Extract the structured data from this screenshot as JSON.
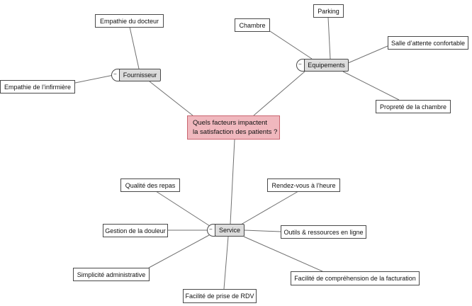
{
  "central_topic": {
    "line1": "Quels facteurs impactent",
    "line2": "la satisfaction des patients ?"
  },
  "collapse_glyph": "−",
  "branches": {
    "fournisseur": {
      "label": "Fournisseur",
      "children": [
        "Empathie du docteur",
        "Empathie de l’infirmière"
      ]
    },
    "equipements": {
      "label": "Equipements",
      "children": [
        "Chambre",
        "Parking",
        "Salle d’attente confortable",
        "Propreté de la chambre"
      ]
    },
    "service": {
      "label": "Service",
      "children": [
        "Qualité des repas",
        "Gestion de la douleur",
        "Simplicité administrative",
        "Facilité de prise de RDV",
        "Facilité de compréhension de la facturation",
        "Outils & ressources en ligne",
        "Rendez-vous à l’heure"
      ]
    }
  },
  "colors": {
    "central_fill": "#f0b8be",
    "central_border": "#c9656f",
    "branch_fill": "#dcdcdc",
    "topic_border": "#4a4a4a",
    "link": "#707070"
  }
}
